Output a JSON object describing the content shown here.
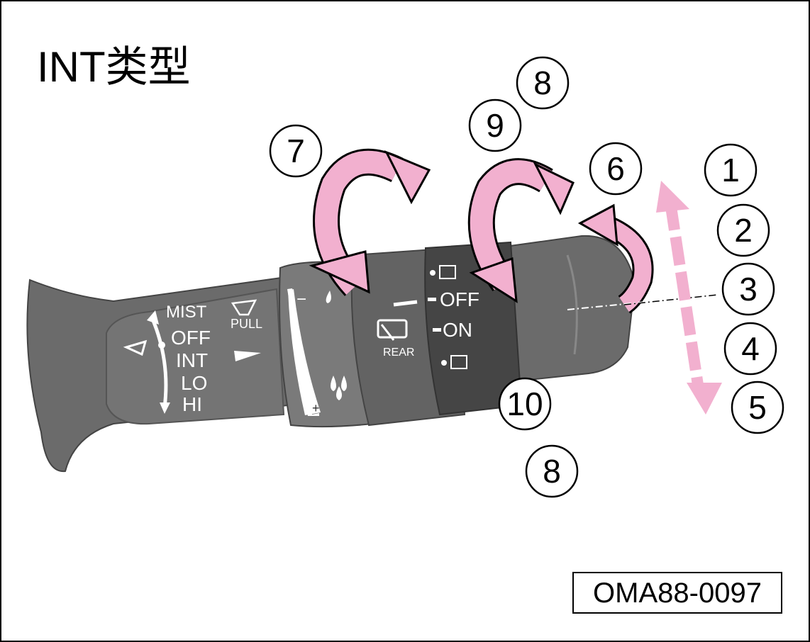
{
  "title": "INT类型",
  "figure_code": "OMA88-0097",
  "lever": {
    "front_positions": [
      "MIST",
      "OFF",
      "INT",
      "LO",
      "HI"
    ],
    "pull_label": "PULL",
    "adjust_minus": "−",
    "adjust_plus": "+",
    "rear_label": "REAR",
    "rear_positions": [
      "OFF",
      "ON"
    ]
  },
  "callouts": [
    "1",
    "2",
    "3",
    "4",
    "5",
    "6",
    "7",
    "8",
    "9",
    "10",
    "8"
  ],
  "colors": {
    "arrow": "#f2b0cf",
    "lever": "#6b6b6b",
    "lever_dark": "#4a4a4a"
  }
}
